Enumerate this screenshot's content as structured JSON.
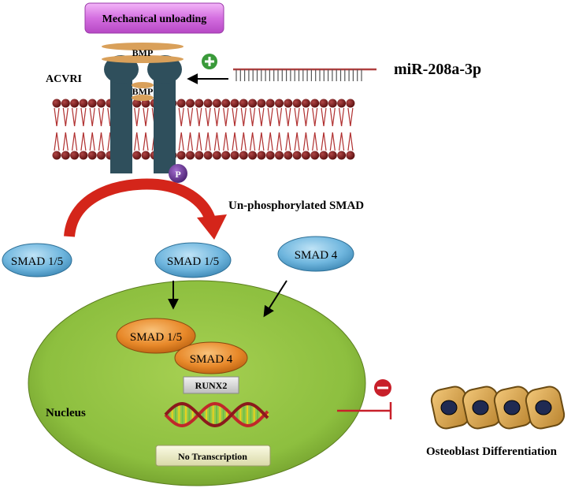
{
  "stimulus": {
    "label": "Mechanical unloading",
    "color": "#cc5fd6"
  },
  "mirna": {
    "label": "miR-208a-3p"
  },
  "receptor": {
    "label": "ACVRI",
    "ligand_top": "BMP",
    "ligand_bottom": "BMP",
    "phospho": "P"
  },
  "regulation": {
    "activate_symbol": "+",
    "inhibit_symbol": "−"
  },
  "smad_status": {
    "label": "Un-phosphorylated  SMAD"
  },
  "cytoplasm": {
    "smad15_left": "SMAD 1/5",
    "smad15_mid": "SMAD 1/5",
    "smad4": "SMAD 4"
  },
  "nucleus": {
    "label": "Nucleus",
    "smad15": "SMAD 1/5",
    "smad4": "SMAD 4",
    "tf": "RUNX2",
    "outcome": "No Transcription"
  },
  "outcome": {
    "label": "Osteoblast  Differentiation"
  },
  "colors": {
    "membrane_head": "#7a1f1f",
    "receptor": "#2f4f5c",
    "bmp": "#d9a05a",
    "smad_blue": "#6fb6de",
    "smad_orange": "#e8892a",
    "nucleus": "#8dbf3f",
    "activate": "#3a9a3a",
    "inhibit": "#c8202a",
    "curve_arrow": "#d4251a"
  }
}
